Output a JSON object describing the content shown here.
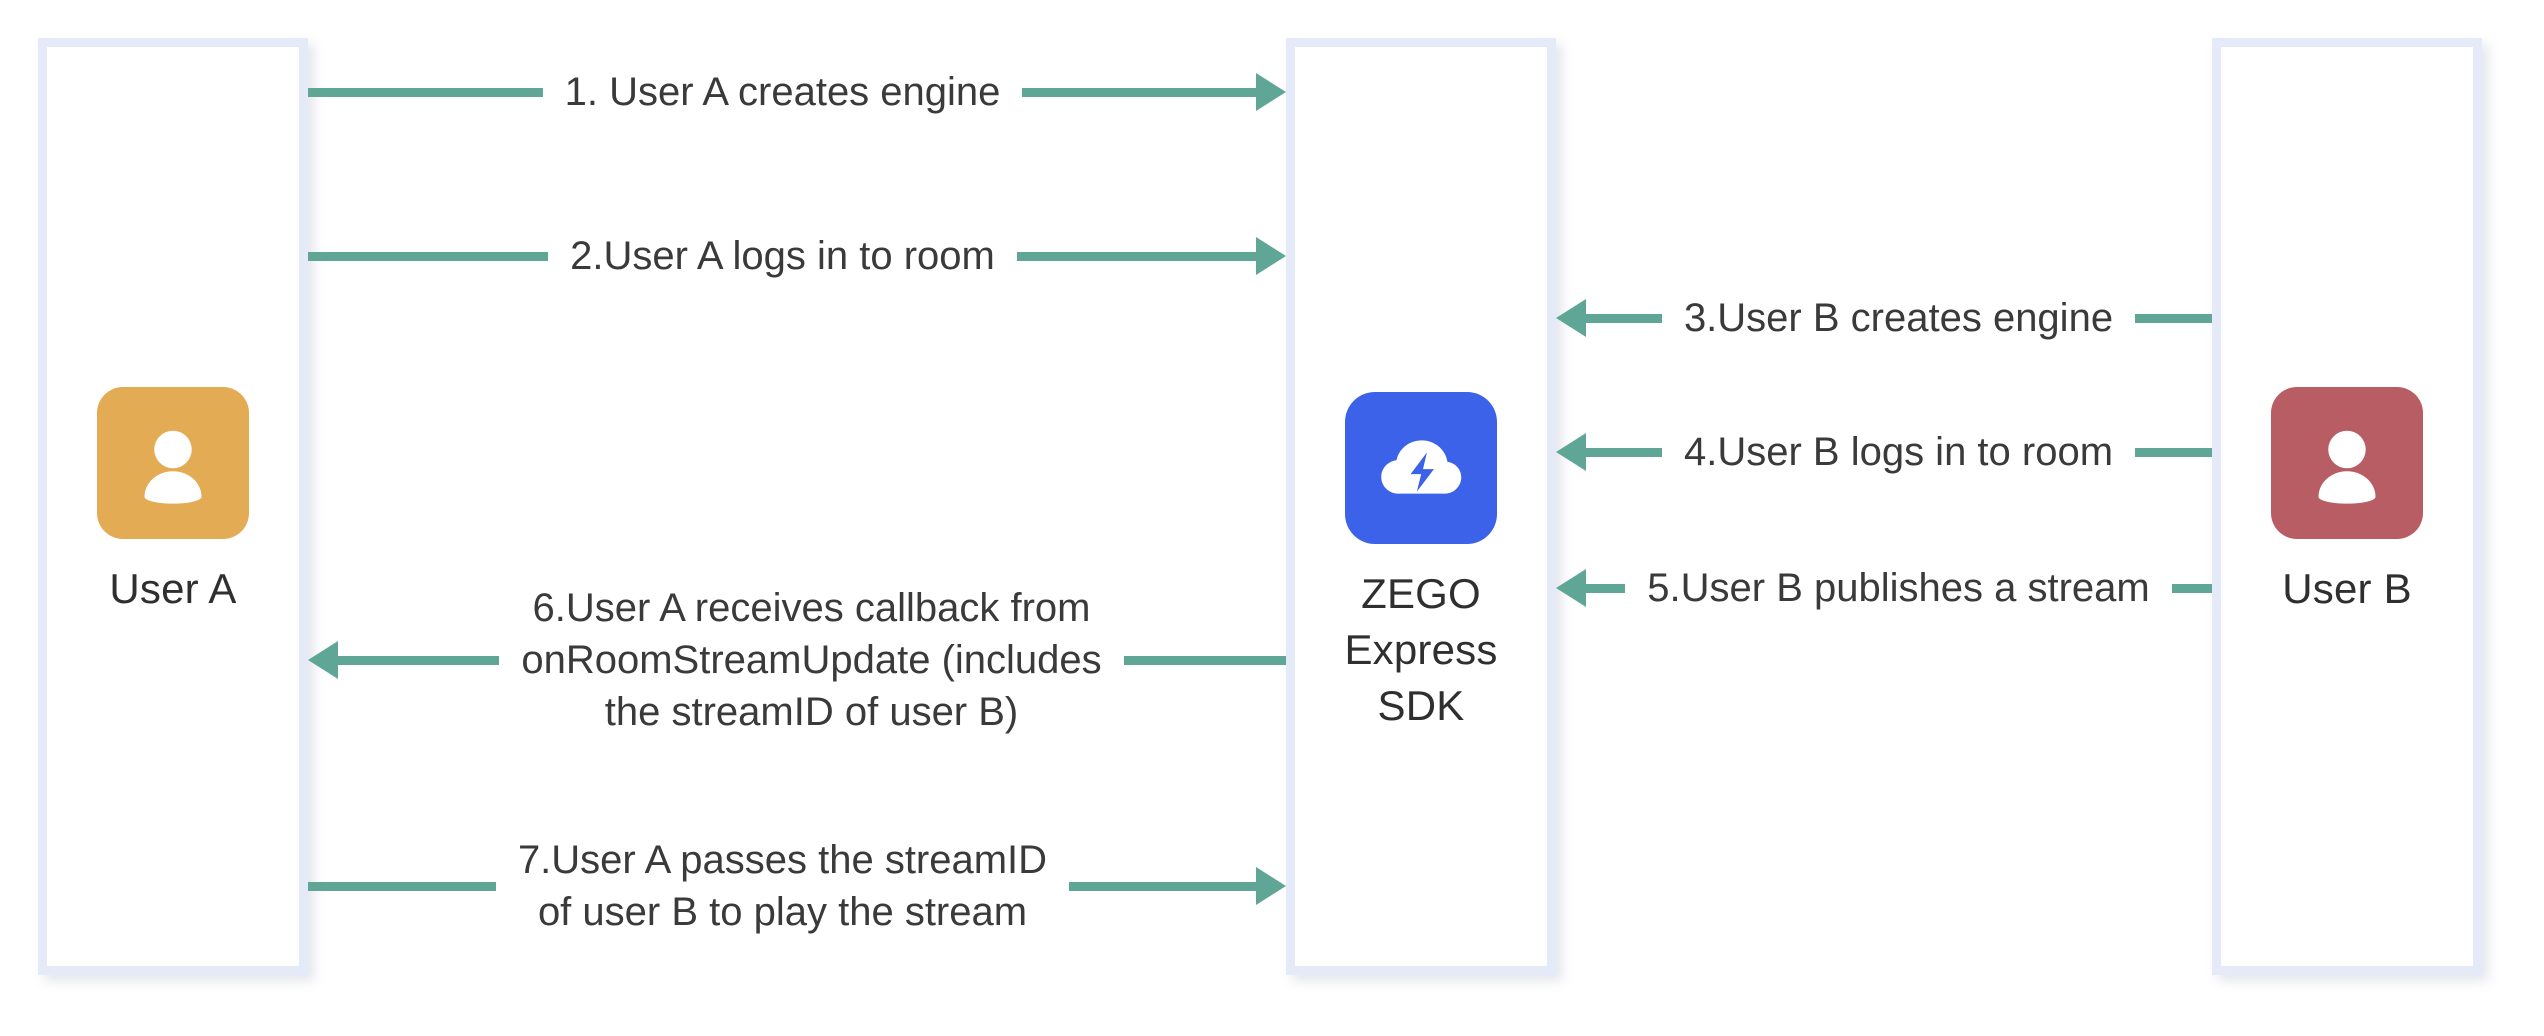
{
  "diagram": {
    "type": "sequence-diagram",
    "background_color": "#ffffff",
    "arrow_color": "#60a697",
    "column_border_color": "#e5eaf8",
    "text_color": "#3a3a3a"
  },
  "actors": [
    {
      "id": "user-a",
      "label": "User A",
      "icon": "person-icon",
      "avatar_color": "#e3ab54"
    },
    {
      "id": "zego",
      "label": "ZEGO\nExpress\nSDK",
      "icon": "cloud-bolt-icon",
      "avatar_color": "#3b62e8"
    },
    {
      "id": "user-b",
      "label": "User B",
      "icon": "person-icon",
      "avatar_color": "#b85d63"
    }
  ],
  "messages": [
    {
      "step": 1,
      "label": "1. User A creates engine",
      "from": "user-a",
      "to": "zego",
      "direction": "right"
    },
    {
      "step": 2,
      "label": "2.User A logs in to room",
      "from": "user-a",
      "to": "zego",
      "direction": "right"
    },
    {
      "step": 3,
      "label": "3.User B creates engine",
      "from": "user-b",
      "to": "zego",
      "direction": "left"
    },
    {
      "step": 4,
      "label": "4.User B logs in to room",
      "from": "user-b",
      "to": "zego",
      "direction": "left"
    },
    {
      "step": 5,
      "label": "5.User B publishes a stream",
      "from": "user-b",
      "to": "zego",
      "direction": "left"
    },
    {
      "step": 6,
      "label": "6.User A receives callback from\nonRoomStreamUpdate (includes\nthe streamID of user B)",
      "from": "zego",
      "to": "user-a",
      "direction": "left"
    },
    {
      "step": 7,
      "label": "7.User A passes the streamID\nof user B to play the stream",
      "from": "user-a",
      "to": "zego",
      "direction": "right"
    }
  ]
}
